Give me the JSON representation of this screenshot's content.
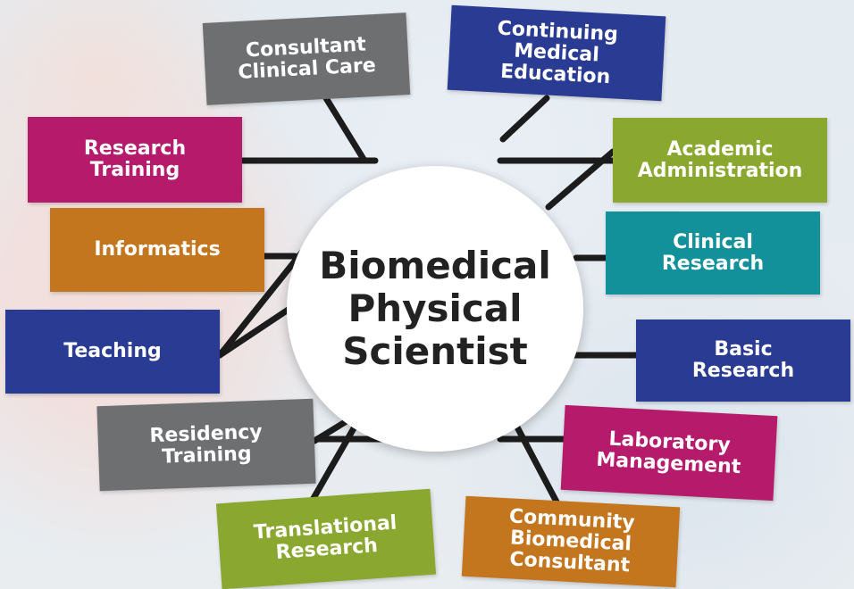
{
  "hub": {
    "label": "Biomedical\nPhysical\nScientist"
  },
  "nodes": {
    "consultant_clinical_care": {
      "label": "Consultant\nClinical Care",
      "color": "#6e6f71"
    },
    "continuing_medical_education": {
      "label": "Continuing\nMedical\nEducation",
      "color": "#2a3b93"
    },
    "research_training": {
      "label": "Research\nTraining",
      "color": "#b51a6b"
    },
    "academic_administration": {
      "label": "Academic\nAdministration",
      "color": "#8aa72f"
    },
    "informatics": {
      "label": "Informatics",
      "color": "#c4761e"
    },
    "clinical_research": {
      "label": "Clinical\nResearch",
      "color": "#12919a"
    },
    "teaching": {
      "label": "Teaching",
      "color": "#2a3b93"
    },
    "basic_research": {
      "label": "Basic\nResearch",
      "color": "#2a3b93"
    },
    "residency_training": {
      "label": "Residency\nTraining",
      "color": "#6e6f71"
    },
    "laboratory_management": {
      "label": "Laboratory\nManagement",
      "color": "#b51a6b"
    },
    "translational_research": {
      "label": "Translational\nResearch",
      "color": "#8aa72f"
    },
    "community_biomedical_consultant": {
      "label": "Community\nBiomedical\nConsultant",
      "color": "#c4761e"
    }
  },
  "connector_color": "#1c1c1c"
}
